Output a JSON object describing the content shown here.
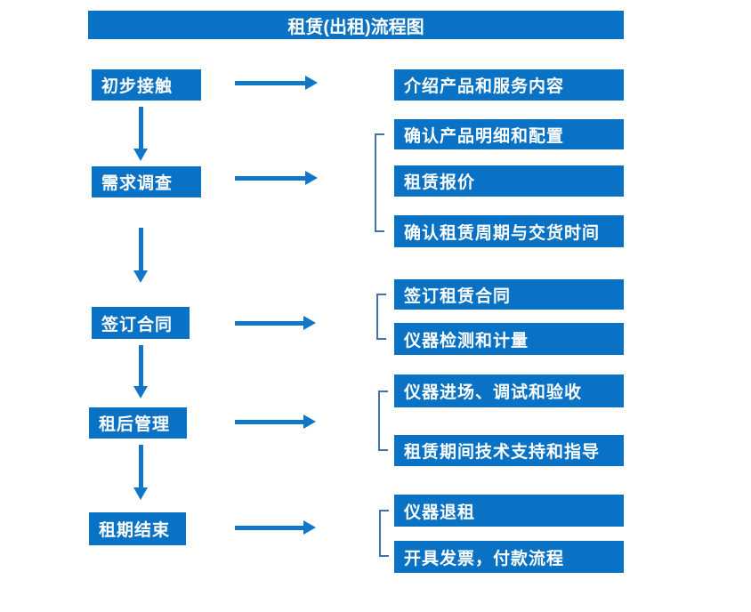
{
  "title": "租赁(出租)流程图",
  "colors": {
    "box_blue": "#0a72c4",
    "arrow_blue": "#1176c8",
    "bracket_blue": "#4472a4",
    "text_on_blue": "#ffffff"
  },
  "flow": {
    "stages": [
      {
        "label": "初步接触",
        "substeps": [
          "介绍产品和服务内容"
        ]
      },
      {
        "label": "需求调查",
        "substeps": [
          "确认产品明细和配置",
          "租赁报价",
          "确认租赁周期与交货时间"
        ]
      },
      {
        "label": "签订合同",
        "substeps": [
          "签订租赁合同",
          "仪器检测和计量"
        ]
      },
      {
        "label": "租后管理",
        "substeps": [
          "仪器进场、调试和验收",
          "租赁期间技术支持和指导"
        ]
      },
      {
        "label": "租期结束",
        "substeps": [
          "仪器退租",
          "开具发票，付款流程"
        ]
      }
    ]
  }
}
